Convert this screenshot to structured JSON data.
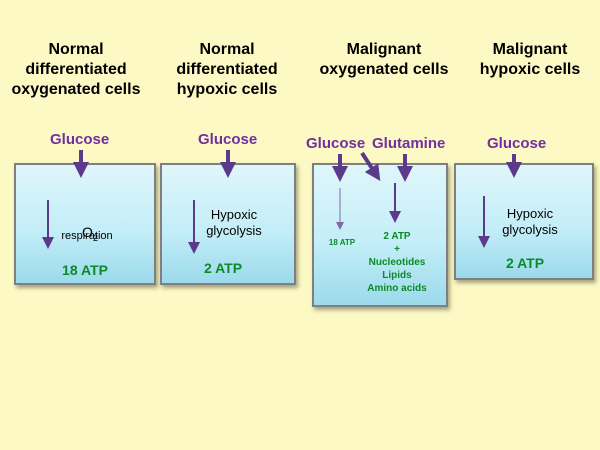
{
  "columns": [
    {
      "title": "Normal\ndifferentiated\noxygenated cells",
      "input": "Glucose",
      "process_main": "O",
      "process_sub": "2",
      "process_detail": "respiration",
      "output": "18 ATP"
    },
    {
      "title": "Normal\ndifferentiated\nhypoxic cells",
      "input": "Glucose",
      "process": "Hypoxic\nglycolysis",
      "output": "2 ATP"
    },
    {
      "title": "Malignant\noxygenated cells",
      "input": "Glucose",
      "input2": "Glutamine",
      "output_small": "18 ATP",
      "output": "2 ATP\n+\nNucleotides\nLipids\nAmino acids"
    },
    {
      "title": "Malignant\nhypoxic cells",
      "input": "Glucose",
      "process": "Hypoxic\nglycolysis",
      "output": "2 ATP"
    }
  ],
  "colors": {
    "background": "#fdf9c4",
    "purple": "#7030a0",
    "arrow": "#5b3a8c",
    "green": "#0b8a27",
    "box_top": "#dff6fb",
    "box_bottom": "#9cdaec"
  }
}
